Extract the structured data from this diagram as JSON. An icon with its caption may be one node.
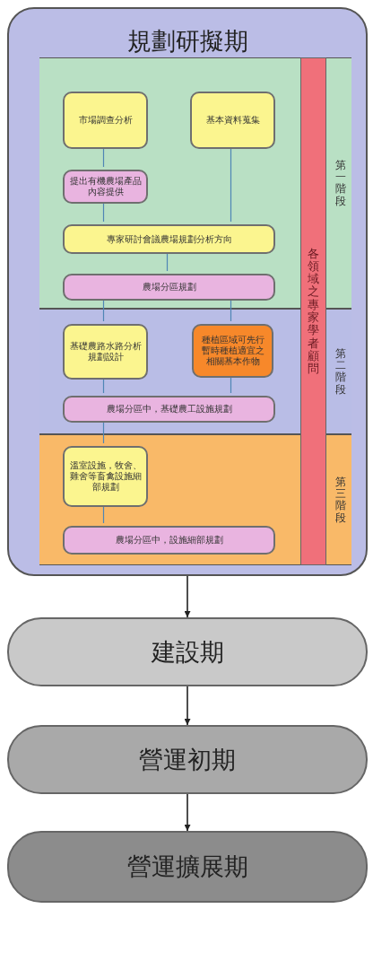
{
  "diagram": {
    "nodes": [
      {
        "text": [
          "規劃研擬期"
        ]
      },
      {
        "text": [
          "第一階段"
        ],
        "in": 0
      },
      {
        "text": [
          "第二階段"
        ],
        "in": 0
      },
      {
        "text": [
          "第三階段"
        ],
        "in": 0
      },
      {
        "text": [
          "各領域之專家學者顧問"
        ],
        "in": 0
      },
      {
        "text": [
          "市場調查分析"
        ],
        "in": 1
      },
      {
        "text": [
          "基本資料蒐集"
        ],
        "in": 1
      },
      {
        "text": [
          "提出有機農場產品內容提供"
        ],
        "in": 1
      },
      {
        "text": [
          "專家研討會議農場規劃分析方向"
        ],
        "in": 1
      },
      {
        "text": [
          "農場分區規劃"
        ],
        "in": 1
      },
      {
        "text": [
          "基礎農路水路分析規劃設計"
        ],
        "in": 2
      },
      {
        "text": [
          "種植區域可先行暫時種植適宜之相關基本作物"
        ],
        "in": 2
      },
      {
        "text": [
          "農場分區中，基礎農工設施規劃"
        ],
        "in": 2
      },
      {
        "text": [
          "溫室設施，牧舍、雞舍等畜禽設施細部規劃"
        ],
        "in": 3
      },
      {
        "text": [
          "農場分區中，設施細部規劃"
        ],
        "in": 3
      },
      {
        "text": [
          "建設期"
        ]
      },
      {
        "text": [
          "營運初期"
        ]
      },
      {
        "text": [
          "營運擴展期"
        ]
      }
    ],
    "edges": [
      {
        "from": 5,
        "to": 7,
        "arrow": "none"
      },
      {
        "from": 7,
        "to": 8,
        "arrow": "none"
      },
      {
        "from": 6,
        "to": 8,
        "arrow": "none"
      },
      {
        "from": 8,
        "to": 9,
        "arrow": "none"
      },
      {
        "from": 9,
        "to": 10,
        "arrow": "none"
      },
      {
        "from": 9,
        "to": 11,
        "arrow": "none"
      },
      {
        "from": 10,
        "to": 12,
        "arrow": "none"
      },
      {
        "from": 11,
        "to": 12,
        "arrow": "none"
      },
      {
        "from": 12,
        "to": 13,
        "arrow": "none"
      },
      {
        "from": 13,
        "to": 14,
        "arrow": "none"
      },
      {
        "from": 0,
        "to": 15,
        "arrow": "to",
        "color": "#222222"
      },
      {
        "from": 15,
        "to": 16,
        "arrow": "to",
        "color": "#222222"
      },
      {
        "from": 16,
        "to": 17,
        "arrow": "to",
        "color": "#222222"
      }
    ]
  }
}
